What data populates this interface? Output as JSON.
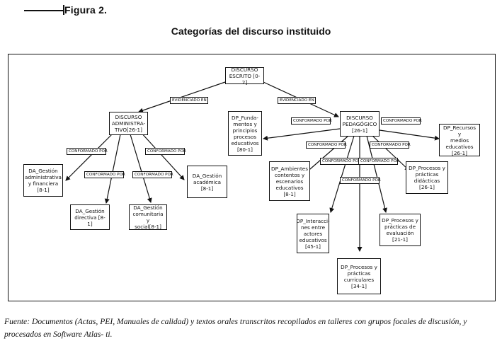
{
  "figure_label": "Figura 2.",
  "title": "Categorías del discurso instituido",
  "nodes": {
    "root": "DISCURSO\nESCRITO [0-2]",
    "admin": "DISCURSO\nADMINISTRA-\nTIVO[26-1]",
    "ped": "DISCURSO\nPEDAGÓGICO\n[26-1]",
    "fund": "DP_Funda-\nmentos y\nprincipios\nprocesos\neducativos\n[80-1]",
    "recursos": "DP_Recursos y\nmedios\neducativos\n[26-1]",
    "gest_admin": "DA_Gestión\nadministrativa\ny financiera\n[8-1]",
    "gest_dir": "DA_Gestión\ndirectiva [8-1]",
    "gest_com": "DA_Gestión\ncomunitaria y\nsocial[8-1]",
    "gest_acad": "DA_Gestión\nacadémica\n[8-1]",
    "ambientes": "DP_Ambientes\ncontentos y\nescenarios\neducativos\n[8-1]",
    "didacticas": "DP_Procesos y\nprácticas\ndidácticas\n[26-1]",
    "interacciones": "DP_Interacci-\nnes entre\nactores\neducativos\n[45-1]",
    "evaluacion": "DP_Procesos y\nprácticas de\nevaluación\n[21-1]",
    "curriculares": "DP_Procesos y\nprácticas\ncurriculares\n[34-1]"
  },
  "edge_labels": {
    "evid_left": "EVIDENCIADO EN",
    "evid_right": "EVIDENCIADO EN",
    "conf_admin_left": "CONFORMADO POR",
    "conf_admin_right": "CONFORMADO POR",
    "conf_admin_mid1": "CONFORMADO POR",
    "conf_admin_mid2": "CONFORMADO POR",
    "conf_ped_left": "CONFORMADO POR",
    "conf_ped_right": "CONFORMADO POR",
    "conf_ped_l2": "CONFORMADO POR",
    "conf_ped_r2": "CONFORMADO POR",
    "conf_ped_l3": "CONFORMADO POR",
    "conf_ped_r3": "CONFORMADO POR",
    "conf_ped_mid": "CONFORMADO POR"
  },
  "caption": "Fuente: Documentos (Actas, PEI, Manuales de calidad) y textos orales transcritos recopilados en talleres con grupos focales de discusión, y procesados en Software Atlas- ti."
}
